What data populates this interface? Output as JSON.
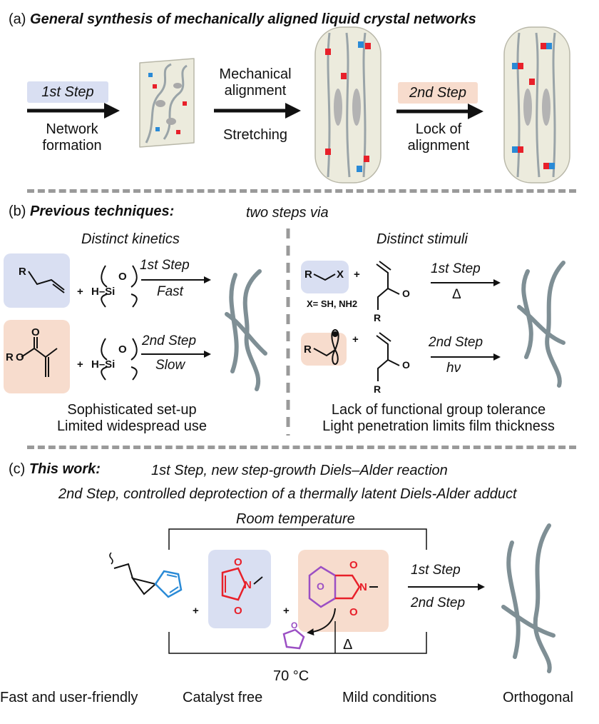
{
  "panel_a": {
    "label": "(a)",
    "title": "General synthesis of mechanically aligned liquid crystal networks",
    "step1_label": "1st Step",
    "step1_desc_line1": "Network",
    "step1_desc_line2": "formation",
    "mech_line1": "Mechanical",
    "mech_line2": "alignment",
    "stretching": "Stretching",
    "step2_label": "2nd Step",
    "step2_desc_line1": "Lock of",
    "step2_desc_line2": "alignment"
  },
  "panel_b": {
    "label": "(b)",
    "title": "Previous techniques:",
    "subtitle": "two steps via",
    "left_heading": "Distinct kinetics",
    "right_heading": "Distinct stimuli",
    "left_step1": "1st Step",
    "left_step1_cond": "Fast",
    "left_step2": "2nd Step",
    "left_step2_cond": "Slow",
    "right_step1": "1st Step",
    "right_step1_cond": "Δ",
    "right_step2": "2nd Step",
    "right_step2_cond": "hν",
    "x_sub": "X= SH, NH2",
    "left_foot_line1": "Sophisticated set-up",
    "left_foot_line2": "Limited widespread use",
    "right_foot_line1": "Lack of functional group tolerance",
    "right_foot_line2": "Light penetration limits film thickness"
  },
  "panel_c": {
    "label": "(c)",
    "title": "This work:",
    "line1": "1st Step, new step-growth Diels–Alder reaction",
    "line2": "2nd Step, controlled deprotection of a thermally latent Diels-Alder adduct",
    "room_temp": "Room temperature",
    "temp_70": "70 °C",
    "step1": "1st Step",
    "step2": "2nd Step",
    "delta": "Δ"
  },
  "features": [
    "Fast and user-friendly",
    "Catalyst free",
    "Mild conditions",
    "Orthogonal"
  ],
  "colors": {
    "blue_box": "#d9dff2",
    "peach_box": "#f7dccd",
    "red": "#e8202a",
    "blue": "#2a8ad6",
    "purple": "#9b4fc4",
    "strand": "#7f8f95"
  }
}
